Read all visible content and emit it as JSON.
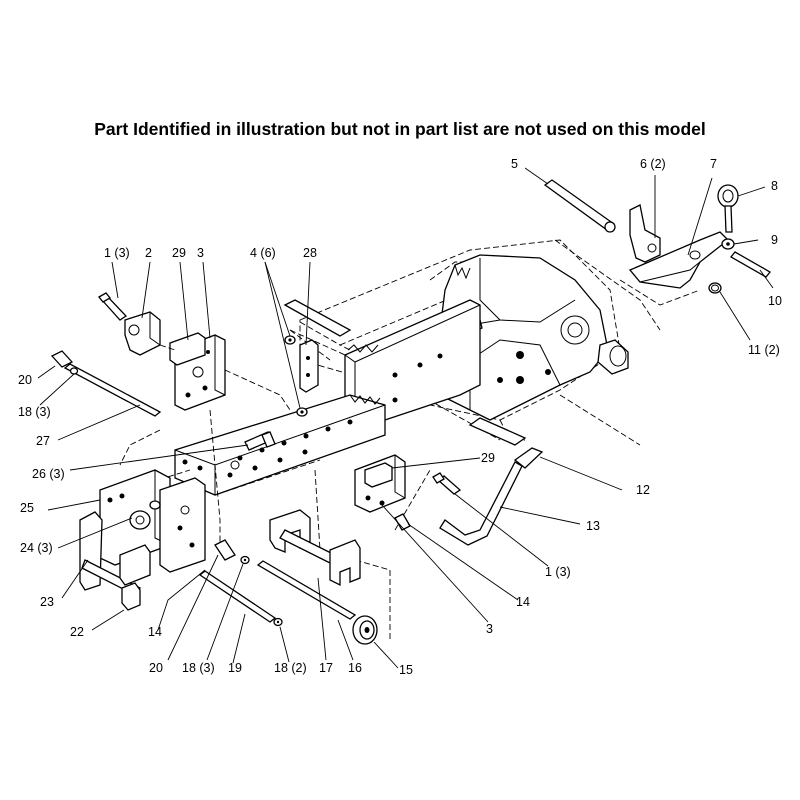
{
  "title": "Part Identified in illustration but not in part list are not used on this model",
  "callouts": [
    {
      "id": "c1",
      "text": "1 (3)"
    },
    {
      "id": "c2",
      "text": "2"
    },
    {
      "id": "c29a",
      "text": "29"
    },
    {
      "id": "c3a",
      "text": "3"
    },
    {
      "id": "c4",
      "text": "4 (6)"
    },
    {
      "id": "c28",
      "text": "28"
    },
    {
      "id": "c5",
      "text": "5"
    },
    {
      "id": "c6",
      "text": "6 (2)"
    },
    {
      "id": "c7",
      "text": "7"
    },
    {
      "id": "c8",
      "text": "8"
    },
    {
      "id": "c9",
      "text": "9"
    },
    {
      "id": "c10",
      "text": "10"
    },
    {
      "id": "c11",
      "text": "11 (2)"
    },
    {
      "id": "c20a",
      "text": "20"
    },
    {
      "id": "c18a",
      "text": "18 (3)"
    },
    {
      "id": "c27",
      "text": "27"
    },
    {
      "id": "c26",
      "text": "26 (3)"
    },
    {
      "id": "c25",
      "text": "25"
    },
    {
      "id": "c24",
      "text": "24 (3)"
    },
    {
      "id": "c23",
      "text": "23"
    },
    {
      "id": "c22",
      "text": "22"
    },
    {
      "id": "c14a",
      "text": "14"
    },
    {
      "id": "c20b",
      "text": "20"
    },
    {
      "id": "c18b",
      "text": "18 (3)"
    },
    {
      "id": "c19",
      "text": "19"
    },
    {
      "id": "c18c",
      "text": "18 (2)"
    },
    {
      "id": "c17",
      "text": "17"
    },
    {
      "id": "c16",
      "text": "16"
    },
    {
      "id": "c15",
      "text": "15"
    },
    {
      "id": "c3b",
      "text": "3"
    },
    {
      "id": "c14b",
      "text": "14"
    },
    {
      "id": "c1b",
      "text": "1 (3)"
    },
    {
      "id": "c29b",
      "text": "29"
    },
    {
      "id": "c12",
      "text": "12"
    },
    {
      "id": "c13",
      "text": "13"
    }
  ]
}
